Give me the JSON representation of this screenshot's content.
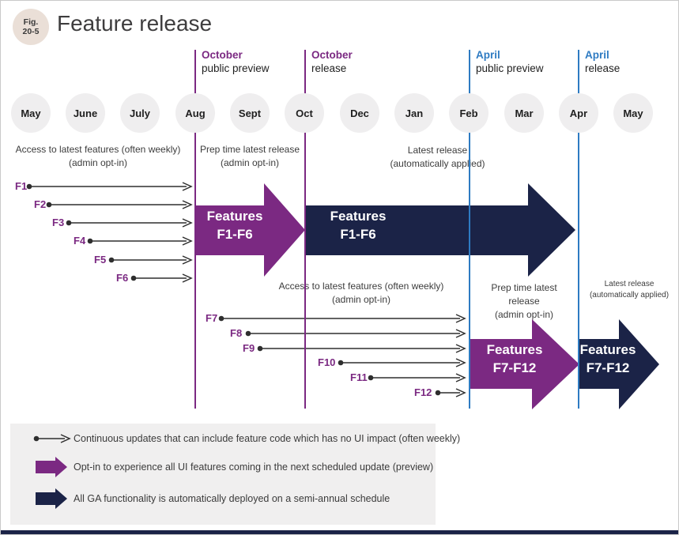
{
  "figure": {
    "badge_label": "Fig.",
    "badge_number": "20-5",
    "title": "Feature release"
  },
  "milestones": [
    {
      "month": "October",
      "phase": "public preview"
    },
    {
      "month": "October",
      "phase": "release"
    },
    {
      "month": "April",
      "phase": "public preview"
    },
    {
      "month": "April",
      "phase": "release"
    }
  ],
  "months": [
    "May",
    "June",
    "July",
    "Aug",
    "Sept",
    "Oct",
    "Dec",
    "Jan",
    "Feb",
    "Mar",
    "Apr",
    "May"
  ],
  "annotations": {
    "access_line1": "Access to latest features (often weekly)",
    "access_line2": "(admin opt-in)",
    "prep_line1": "Prep time latest release",
    "prep_line2": "(admin opt-in)",
    "latest_line1": "Latest release",
    "latest_line2": "(automatically applied)"
  },
  "features": {
    "wave1": [
      "F1",
      "F2",
      "F3",
      "F4",
      "F5",
      "F6"
    ],
    "wave2": [
      "F7",
      "F8",
      "F9",
      "F10",
      "F11",
      "F12"
    ]
  },
  "block_arrows": {
    "preview1": {
      "line1": "Features",
      "line2": "F1-F6"
    },
    "release1": {
      "line1": "Features",
      "line2": "F1-F6"
    },
    "preview2": {
      "line1": "Features",
      "line2": "F7-F12"
    },
    "release2": {
      "line1": "Features",
      "line2": "F7-F12"
    }
  },
  "legend": {
    "items": [
      {
        "icon": "thin-arrow-icon",
        "text": "Continuous updates that can include feature code which has no UI impact (often weekly)"
      },
      {
        "icon": "preview-arrow-icon",
        "text": "Opt-in to experience all UI features coming in the next scheduled update (preview)"
      },
      {
        "icon": "release-arrow-icon",
        "text": "All GA functionality is automatically deployed on a semi-annual schedule"
      }
    ]
  },
  "colors": {
    "preview_purple": "#7b2982",
    "release_navy": "#1b2347",
    "april_blue": "#2e7bc2",
    "circle_gray": "#efeeef",
    "badge_beige": "#eadfd7",
    "legend_gray": "#f0efef"
  }
}
